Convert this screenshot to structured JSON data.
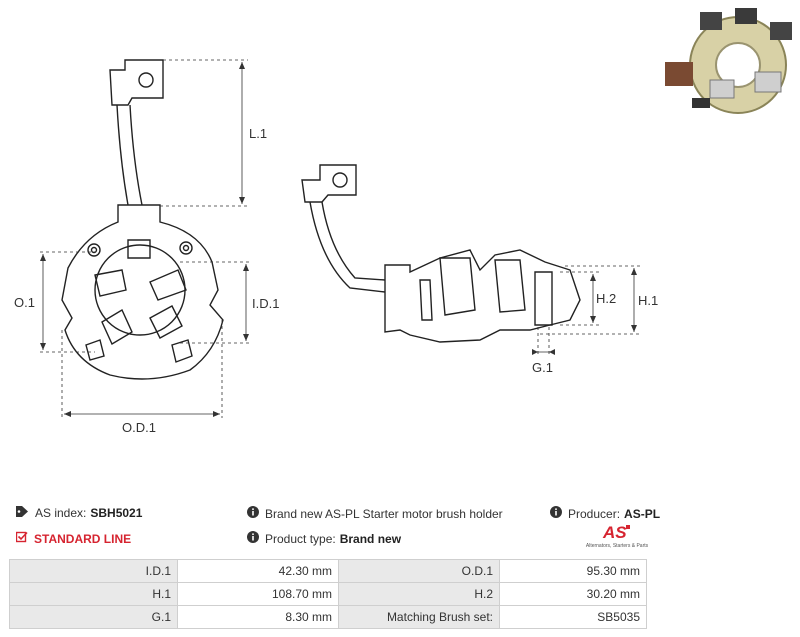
{
  "dimensions": {
    "l1": "L.1",
    "od1": "O.1",
    "id1": "I.D.1",
    "outer_d": "O.D.1",
    "h2": "H.2",
    "h1": "H.1",
    "g1": "G.1"
  },
  "info": {
    "as_index_label": "AS index:",
    "as_index_value": "SBH5021",
    "standard_line": "STANDARD LINE",
    "description": "Brand new AS-PL Starter motor brush holder",
    "product_type_label": "Product type:",
    "product_type_value": "Brand new",
    "producer_label": "Producer:",
    "producer_value": "AS-PL"
  },
  "logo": {
    "mark": "AS",
    "tagline": "Alternators, Starters & Parts"
  },
  "specs": [
    {
      "label_a": "I.D.1",
      "value_a": "42.30 mm",
      "label_b": "O.D.1",
      "value_b": "95.30 mm"
    },
    {
      "label_a": "H.1",
      "value_a": "108.70 mm",
      "label_b": "H.2",
      "value_b": "30.20 mm"
    },
    {
      "label_a": "G.1",
      "value_a": "8.30 mm",
      "label_b": "Matching Brush set:",
      "value_b": "SB5035"
    }
  ],
  "colors": {
    "accent_red": "#d62430",
    "table_label_bg": "#e9e9e9",
    "line_color": "#222222"
  }
}
